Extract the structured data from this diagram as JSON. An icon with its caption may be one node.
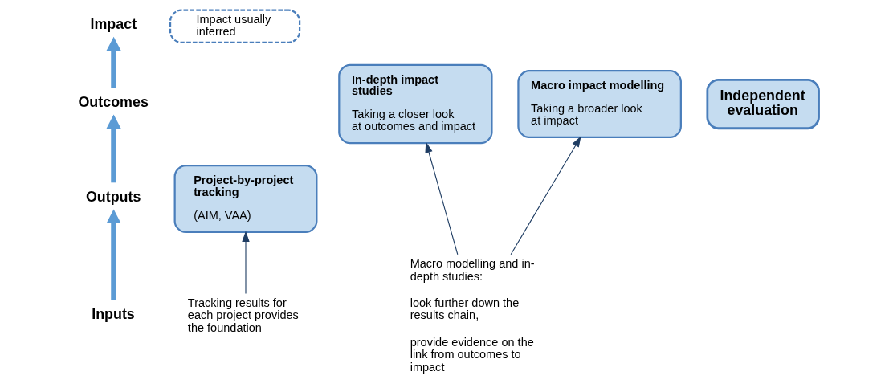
{
  "diagram": {
    "nodes": [
      {
        "text": [
          "Impact"
        ]
      },
      {
        "text": [
          "Outcomes"
        ]
      },
      {
        "text": [
          "Outputs"
        ]
      },
      {
        "text": [
          "Inputs"
        ]
      },
      {
        "text": [
          "Impact usually inferred"
        ]
      },
      {
        "text": [
          "Project-by-project tracking",
          "(AIM, VAA)"
        ]
      },
      {
        "text": [
          "In-depth impact studies",
          "Taking a closer look at outcomes and impact"
        ]
      },
      {
        "text": [
          "Macro impact modelling",
          "Taking a broader look at impact"
        ]
      },
      {
        "text": [
          "Independent evaluation"
        ]
      },
      {
        "text": [
          "Tracking results for each project provides the foundation"
        ]
      },
      {
        "text": [
          "Macro modelling and in-depth studies:",
          "look further down the results chain,",
          "provide evidence on the link from outcomes to impact"
        ]
      }
    ],
    "edges": [
      {
        "from": 3,
        "to": 2,
        "arrow": "to",
        "style": "thick",
        "color": "#5b9bd5"
      },
      {
        "from": 2,
        "to": 1,
        "arrow": "to",
        "style": "thick",
        "color": "#5b9bd5"
      },
      {
        "from": 1,
        "to": 0,
        "arrow": "to",
        "style": "thick",
        "color": "#5b9bd5"
      },
      {
        "from": 9,
        "to": 5,
        "arrow": "to",
        "color": "#1f3d63"
      },
      {
        "from": 10,
        "to": 6,
        "arrow": "to",
        "color": "#1f3d63"
      },
      {
        "from": 10,
        "to": 7,
        "arrow": "to",
        "color": "#1f3d63"
      }
    ]
  }
}
